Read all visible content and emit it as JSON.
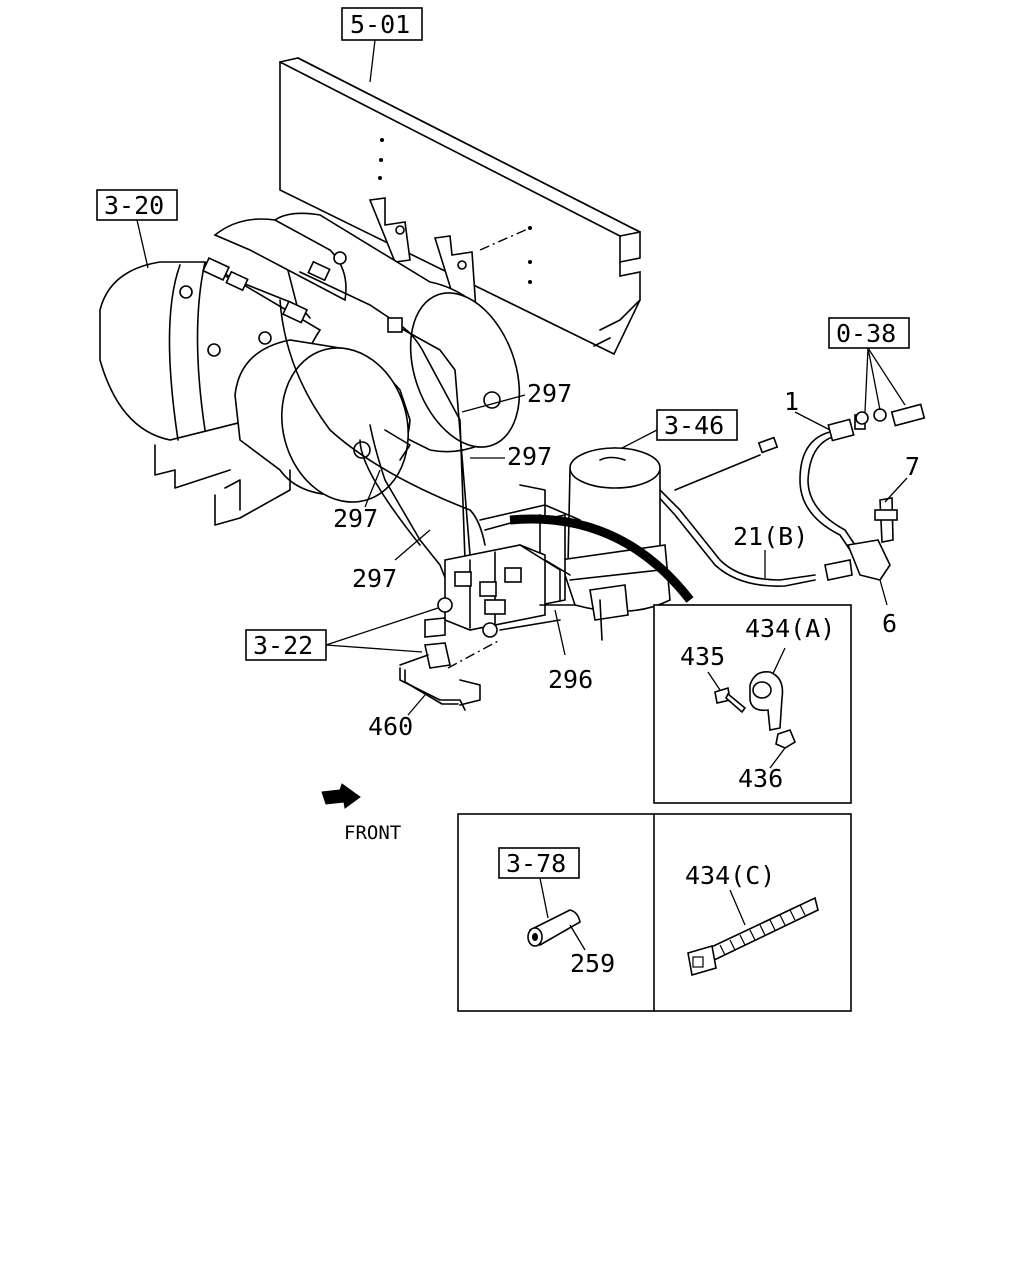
{
  "refs": {
    "r501": "5-01",
    "r320": "3-20",
    "r038": "0-38",
    "r346": "3-46",
    "r322": "3-22",
    "r378": "3-78"
  },
  "parts": {
    "p297a": "297",
    "p297b": "297",
    "p297c": "297",
    "p297d": "297",
    "p1": "1",
    "p7": "7",
    "p6": "6",
    "p21b": "21(B)",
    "p296": "296",
    "p460": "460",
    "p434a": "434(A)",
    "p435": "435",
    "p436": "436",
    "p434c": "434(C)",
    "p259": "259"
  },
  "front_label": "FRONT",
  "icons": [
    "front-arrow-icon"
  ]
}
